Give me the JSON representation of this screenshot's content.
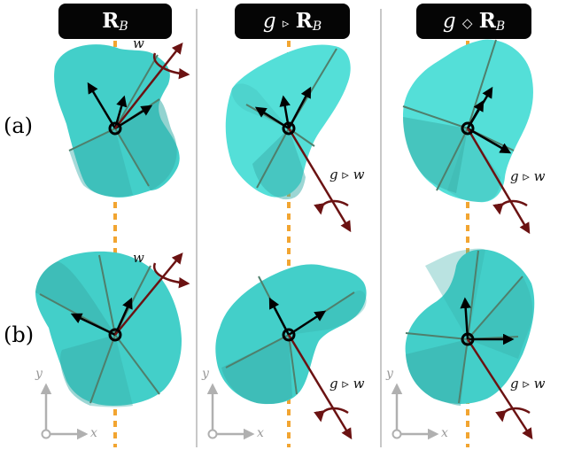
{
  "headers": [
    {
      "prefix": "",
      "op": "",
      "symbol": "R",
      "sub": "B"
    },
    {
      "prefix": "g",
      "op": "▹",
      "symbol": "R",
      "sub": "B"
    },
    {
      "prefix": "g",
      "op": "◇",
      "symbol": "R",
      "sub": "B"
    }
  ],
  "row_labels": [
    "(a)",
    "(b)"
  ],
  "rotation_labels": {
    "w": "w",
    "g_w": "g ▹ w"
  },
  "axis_labels": {
    "x": "x",
    "y": "y"
  },
  "colors": {
    "body": "#43cfc9",
    "body_light": "#54dfd8",
    "body_dark": "#3aaeaa",
    "dash": "#f2a531",
    "arrow": "#6b1212",
    "frame_arrow": "#000000",
    "divider": "#c8c8c8",
    "axis": "#b0b0b0"
  }
}
